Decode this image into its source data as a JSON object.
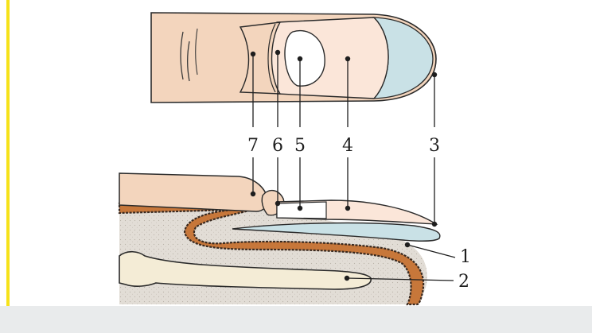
{
  "figure": {
    "top_labels": [
      "7",
      "6",
      "5",
      "4",
      "3"
    ],
    "side_labels": [
      "1",
      "2"
    ]
  },
  "colors": {
    "accent": "#f6e21a",
    "skin": "#f3d5bd",
    "nail_plate": "#fbe6d9",
    "lunula": "#ffffff",
    "free_edge": "#c9e1e6",
    "subcutis": "#e2ddd6",
    "bone": "#f4ecd6",
    "dermis": "#c7773a",
    "outline": "#2a2a2a",
    "bottom_band": "#e9ebec"
  }
}
